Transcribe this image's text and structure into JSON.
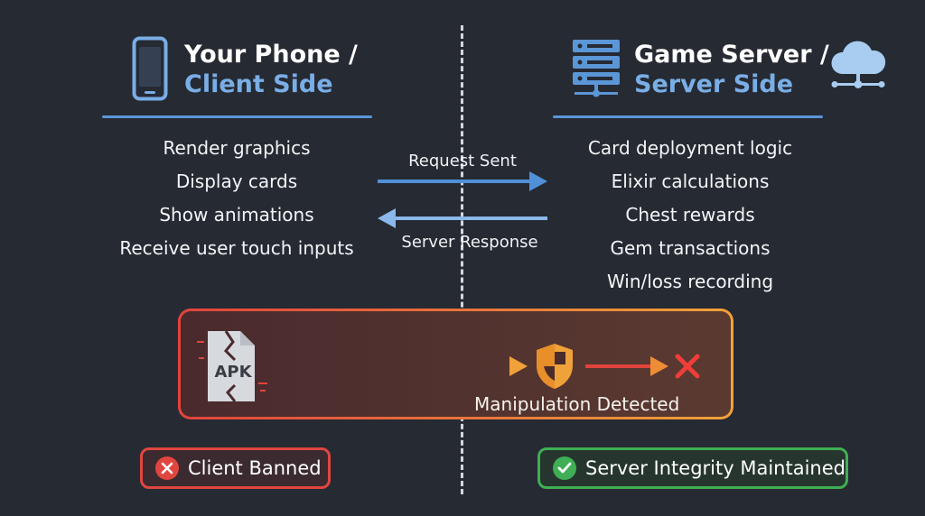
{
  "client": {
    "title_line1": "Your Phone /",
    "title_line2": "Client Side",
    "items": [
      "Render graphics",
      "Display cards",
      "Show animations",
      "Receive user touch inputs"
    ]
  },
  "server": {
    "title_line1": "Game Server /",
    "title_line2": "Server Side",
    "items": [
      "Card deployment logic",
      "Elixir calculations",
      "Chest rewards",
      "Gem transactions",
      "Win/loss recording"
    ]
  },
  "arrows": {
    "request_label": "Request Sent",
    "response_label": "Server Response"
  },
  "attack": {
    "apk_label": "APK",
    "detected_label": "Manipulation Detected"
  },
  "outcomes": {
    "client_label": "Client Banned",
    "server_label": "Server Integrity Maintained"
  },
  "colors": {
    "background": "#262a33",
    "accent_blue": "#5b96d6",
    "panel_red": "#e2433c",
    "panel_orange": "#f0a23a",
    "ban_red": "#e0463f",
    "ok_green": "#3fae54"
  },
  "icons": [
    "phone-icon",
    "server-rack-icon",
    "cloud-network-icon",
    "broken-apk-file-icon",
    "shield-icon",
    "x-mark-icon",
    "x-circle-icon",
    "check-circle-icon"
  ]
}
